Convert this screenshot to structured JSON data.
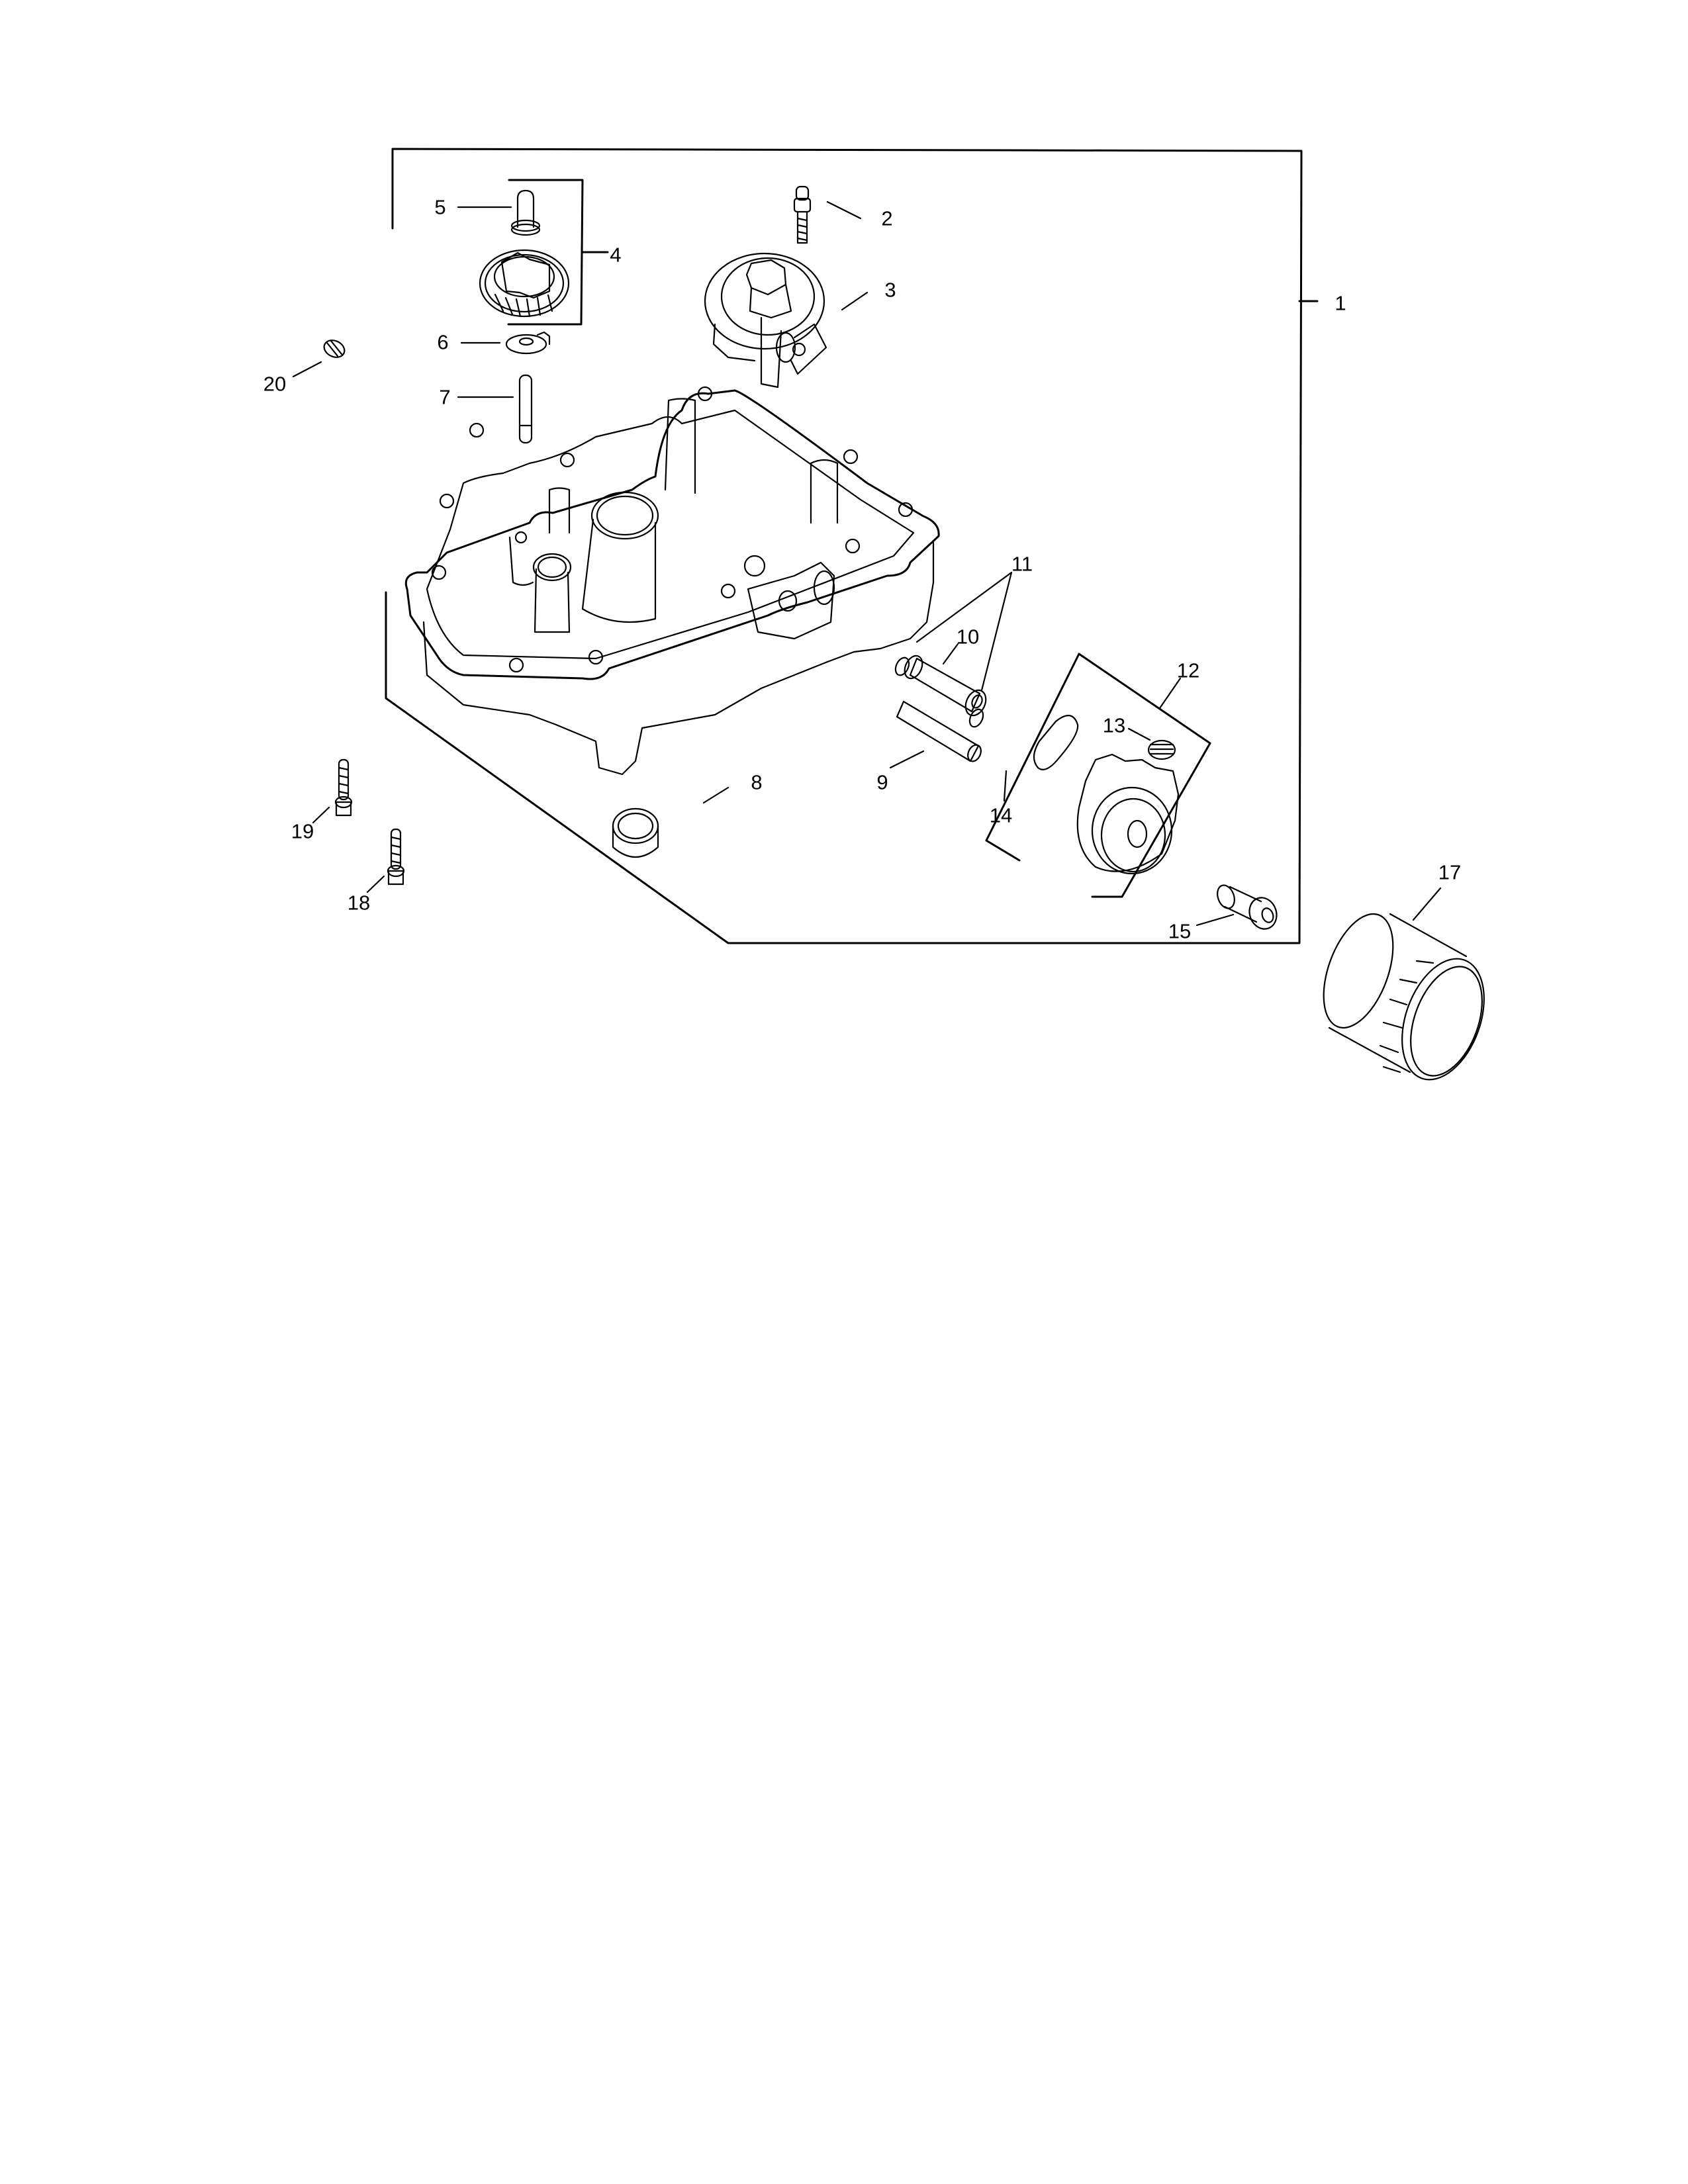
{
  "diagram": {
    "type": "exploded-parts-diagram",
    "subject": "Oil pan / closure plate assembly with governor gear, oil pump and oil filter",
    "colors": {
      "line": "#000000",
      "background": "#ffffff"
    }
  },
  "callouts": [
    {
      "id": "1",
      "label": "1",
      "part": "oil-pan-assembly"
    },
    {
      "id": "2",
      "label": "2",
      "part": "pump-screw"
    },
    {
      "id": "3",
      "label": "3",
      "part": "oil-pump-gear-assembly"
    },
    {
      "id": "4",
      "label": "4",
      "part": "governor-gear-assembly"
    },
    {
      "id": "5",
      "label": "5",
      "part": "regulating-pin"
    },
    {
      "id": "6",
      "label": "6",
      "part": "thrust-washer"
    },
    {
      "id": "7",
      "label": "7",
      "part": "governor-shaft"
    },
    {
      "id": "8",
      "label": "8",
      "part": "oil-seal"
    },
    {
      "id": "9",
      "label": "9",
      "part": "pipe"
    },
    {
      "id": "10",
      "label": "10",
      "part": "oil-pipe-with-rings"
    },
    {
      "id": "11",
      "label": "11",
      "part": "o-rings"
    },
    {
      "id": "12",
      "label": "12",
      "part": "oil-filter-adapter-assembly"
    },
    {
      "id": "13",
      "label": "13",
      "part": "plug"
    },
    {
      "id": "14",
      "label": "14",
      "part": "gasket"
    },
    {
      "id": "15",
      "label": "15",
      "part": "filter-nipple"
    },
    {
      "id": "17",
      "label": "17",
      "part": "oil-filter"
    },
    {
      "id": "18",
      "label": "18",
      "part": "flange-screw"
    },
    {
      "id": "19",
      "label": "19",
      "part": "flange-screw"
    },
    {
      "id": "20",
      "label": "20",
      "part": "dowel-pin"
    }
  ]
}
